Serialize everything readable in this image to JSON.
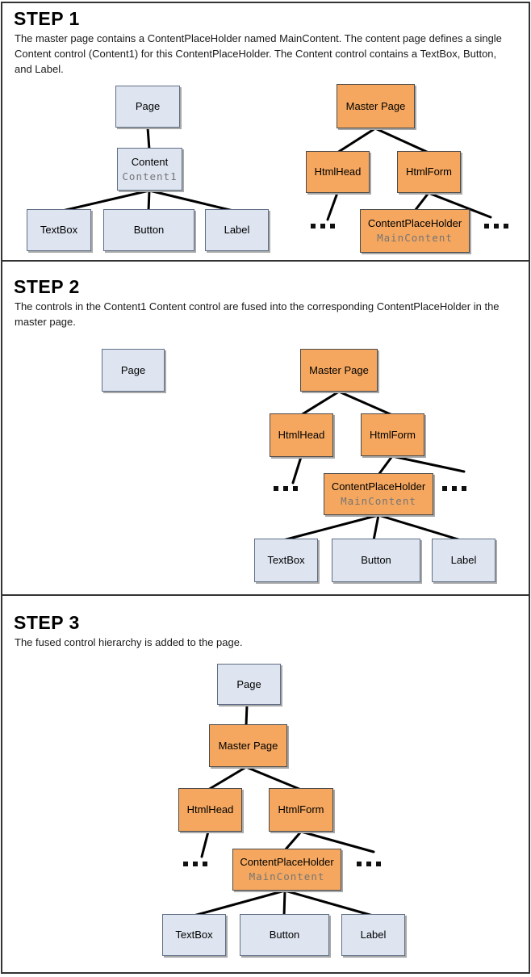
{
  "colors": {
    "panel_border": "#333333",
    "connector": "#000000",
    "node_blue_bg": "#dee5f1",
    "node_blue_border": "#5f6e85",
    "node_orange_bg": "#f5a75f",
    "node_orange_border": "#4a4a4a",
    "node_shadow": "#a8a8a8",
    "mono_text": "#757575"
  },
  "icons": {
    "ellipsis": "three-square-dots"
  },
  "steps": [
    {
      "title": "STEP 1",
      "description": "The master page contains a ContentPlaceHolder named MainContent. The content page defines a single Content control (Content1) for this ContentPlaceHolder. The Content control contains a TextBox, Button, and Label.",
      "nodes": {
        "page": "Page",
        "content": "Content",
        "content_id": "Content1",
        "textbox": "TextBox",
        "button": "Button",
        "label": "Label",
        "master_page": "Master Page",
        "html_head": "HtmlHead",
        "html_form": "HtmlForm",
        "content_placeholder": "ContentPlaceHolder",
        "content_placeholder_id": "MainContent"
      }
    },
    {
      "title": "STEP 2",
      "description": "The controls in the Content1 Content control are fused into the corresponding ContentPlaceHolder in the master page.",
      "nodes": {
        "page": "Page",
        "master_page": "Master Page",
        "html_head": "HtmlHead",
        "html_form": "HtmlForm",
        "content_placeholder": "ContentPlaceHolder",
        "content_placeholder_id": "MainContent",
        "textbox": "TextBox",
        "button": "Button",
        "label": "Label"
      }
    },
    {
      "title": "STEP 3",
      "description": "The fused control hierarchy is added to the page.",
      "nodes": {
        "page": "Page",
        "master_page": "Master Page",
        "html_head": "HtmlHead",
        "html_form": "HtmlForm",
        "content_placeholder": "ContentPlaceHolder",
        "content_placeholder_id": "MainContent",
        "textbox": "TextBox",
        "button": "Button",
        "label": "Label"
      }
    }
  ]
}
